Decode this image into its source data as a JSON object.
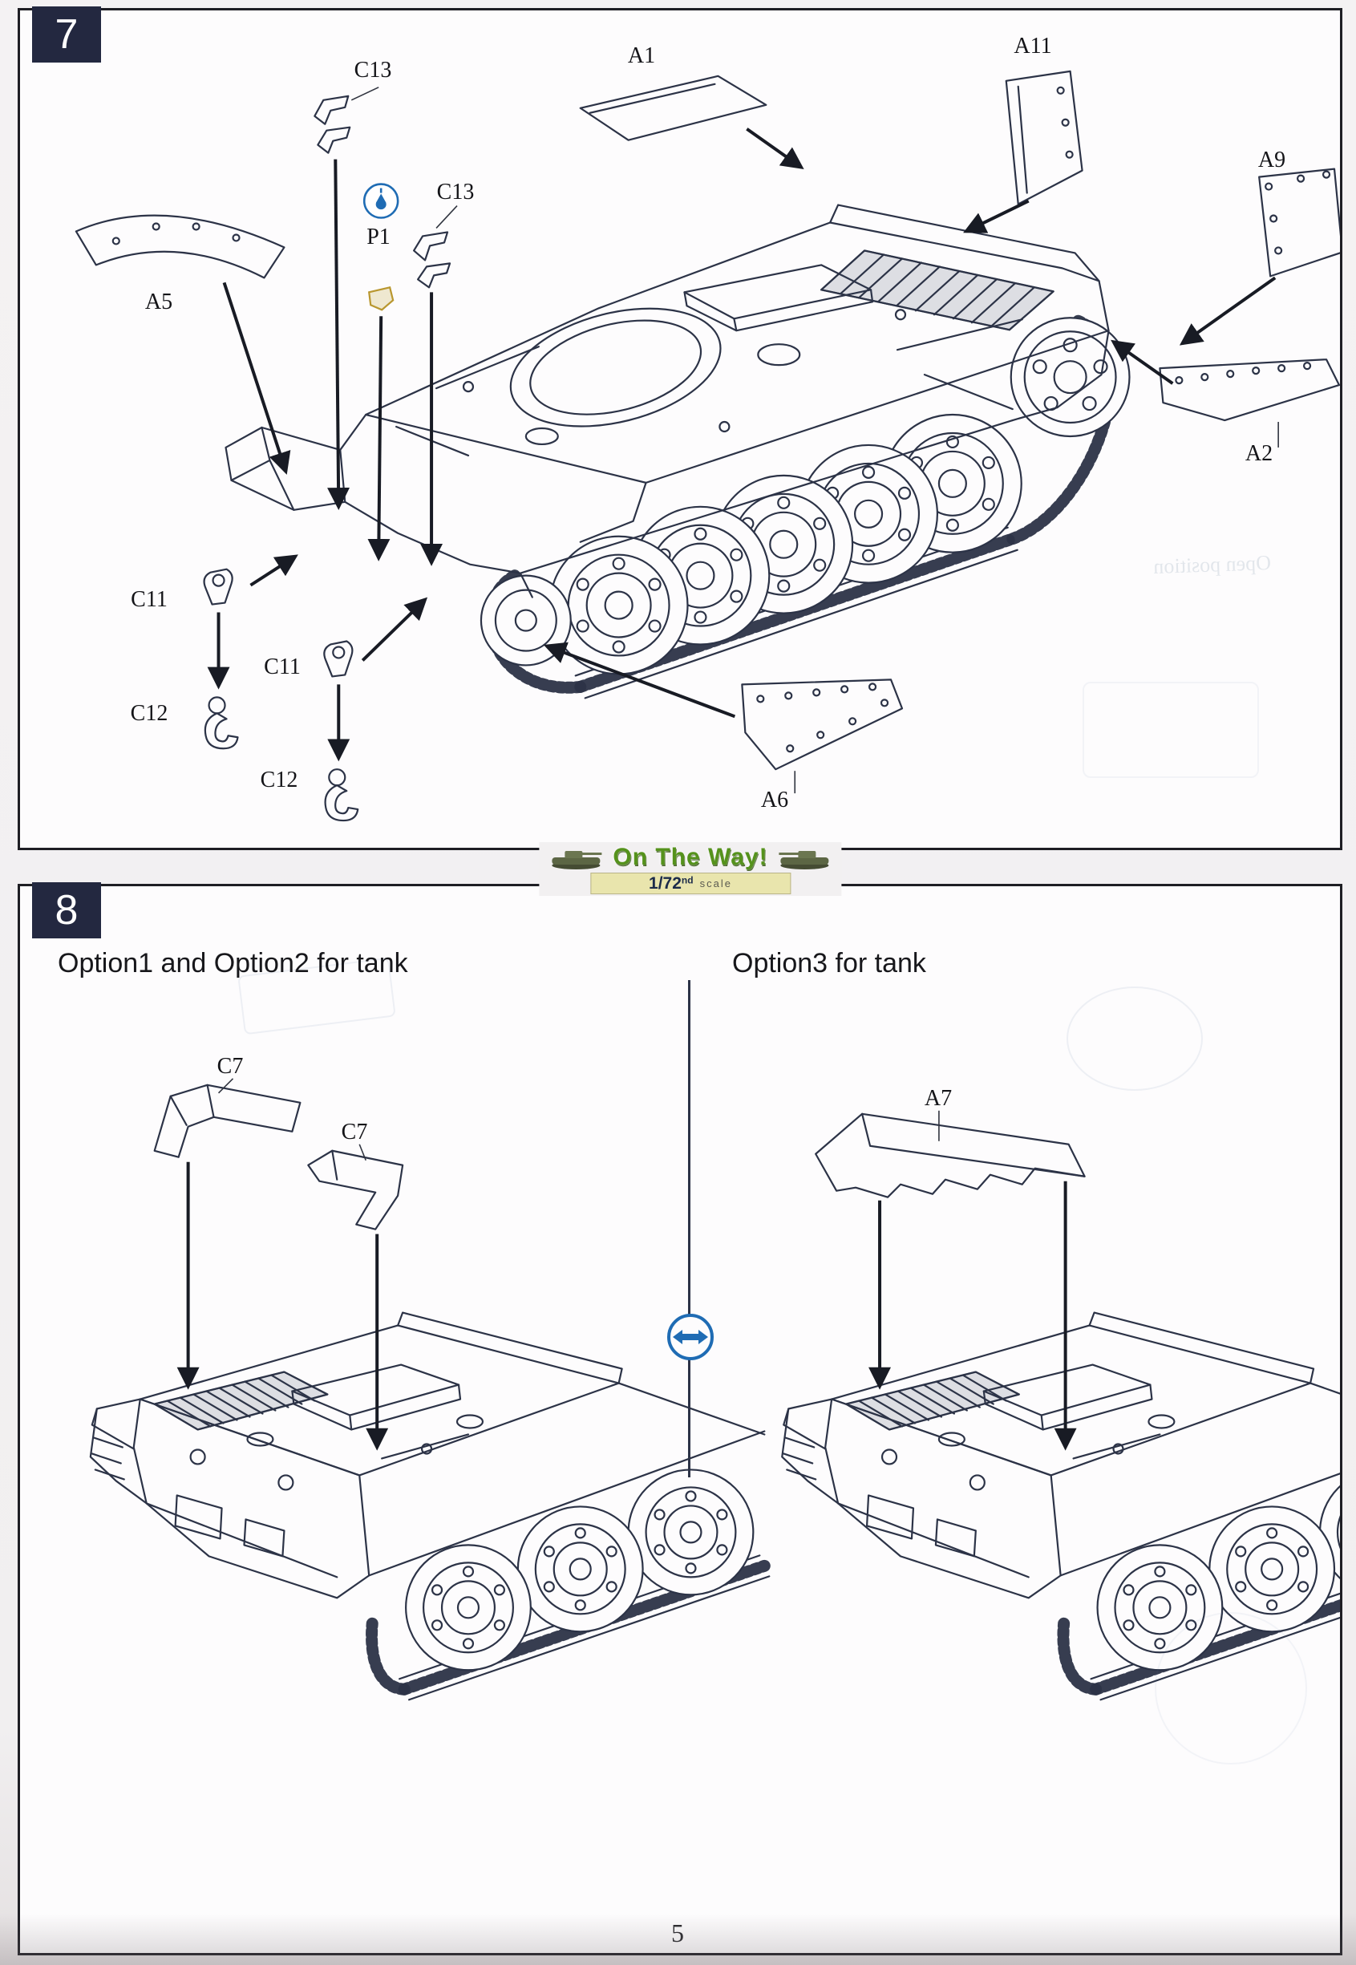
{
  "page": {
    "number": "5"
  },
  "logo": {
    "title": "On The Way!",
    "scale_number": "1/72",
    "scale_sup": "nd",
    "scale_word": "scale"
  },
  "step7": {
    "number": "7",
    "labels": {
      "c13a": "C13",
      "a1": "A1",
      "a11": "A11",
      "a9": "A9",
      "c13b": "C13",
      "p1": "P1",
      "a5": "A5",
      "a2": "A2",
      "c11a": "C11",
      "c12a": "C12",
      "c11b": "C11",
      "c12b": "C12",
      "a6": "A6"
    }
  },
  "step8": {
    "number": "8",
    "left_title": "Option1 and Option2 for tank",
    "right_title": "Option3 for tank",
    "labels": {
      "c7a": "C7",
      "c7b": "C7",
      "a7": "A7"
    }
  },
  "ghost": {
    "text": "Open position"
  },
  "colors": {
    "ink": "#2c3347",
    "accent_blue": "#1f6cb4",
    "logo_green": "#55921c",
    "badge_bg": "#232840",
    "part_tan": "#b9972f"
  }
}
